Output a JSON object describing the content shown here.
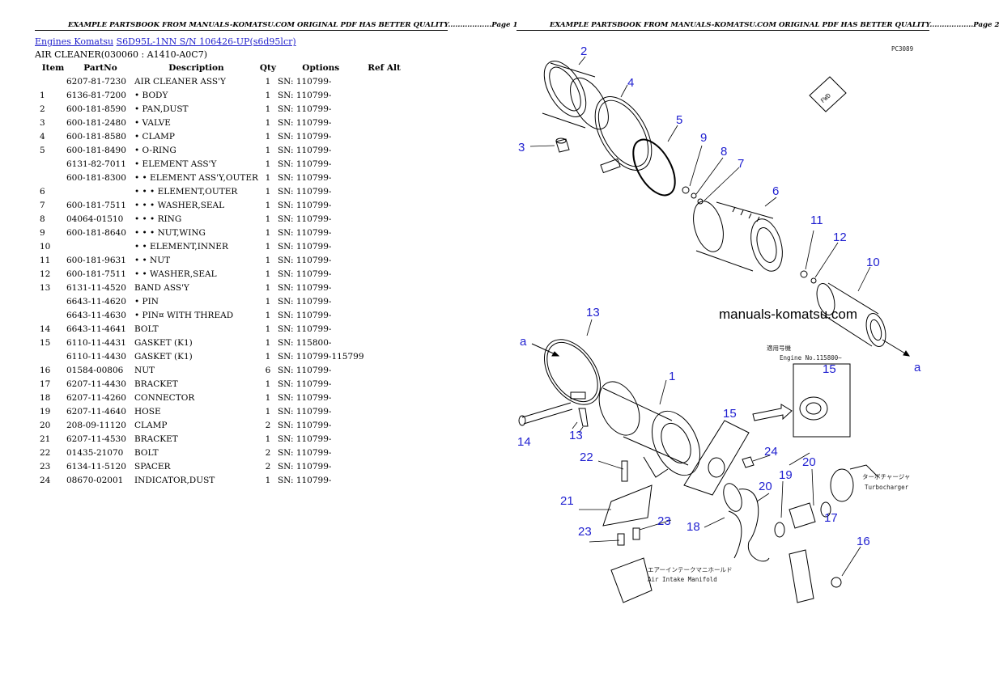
{
  "left": {
    "header": "EXAMPLE PARTSBOOK FROM MANUALS-KOMATSU.COM ORIGINAL PDF HAS BETTER QUALITY..................Page 1",
    "breadcrumb": {
      "link1": "Engines Komatsu",
      "link2": "S6D95L-1NN S/N 106426-UP(s6d95lcr)"
    },
    "subtitle": "AIR CLEANER(030060 : A1410-A0C7)",
    "columns": [
      "Item",
      "PartNo",
      "Description",
      "Qty",
      "Options",
      "Ref Alt"
    ],
    "rows": [
      {
        "item": "",
        "part": "6207-81-7230",
        "desc": "AIR CLEANER ASS'Y",
        "qty": "1",
        "opt": "SN: 110799-"
      },
      {
        "item": "1",
        "part": "6136-81-7200",
        "desc": "• BODY",
        "qty": "1",
        "opt": "SN: 110799-"
      },
      {
        "item": "2",
        "part": "600-181-8590",
        "desc": "• PAN,DUST",
        "qty": "1",
        "opt": "SN: 110799-"
      },
      {
        "item": "3",
        "part": "600-181-2480",
        "desc": "• VALVE",
        "qty": "1",
        "opt": "SN: 110799-"
      },
      {
        "item": "4",
        "part": "600-181-8580",
        "desc": "• CLAMP",
        "qty": "1",
        "opt": "SN: 110799-"
      },
      {
        "item": "5",
        "part": "600-181-8490",
        "desc": "• O-RING",
        "qty": "1",
        "opt": "SN: 110799-"
      },
      {
        "item": "",
        "part": "6131-82-7011",
        "desc": "• ELEMENT ASS'Y",
        "qty": "1",
        "opt": "SN: 110799-"
      },
      {
        "item": "",
        "part": "600-181-8300",
        "desc": "• • ELEMENT ASS'Y,OUTER",
        "qty": "1",
        "opt": "SN: 110799-"
      },
      {
        "item": "6",
        "part": "",
        "desc": "• • • ELEMENT,OUTER",
        "qty": "1",
        "opt": "SN: 110799-"
      },
      {
        "item": "7",
        "part": "600-181-7511",
        "desc": "• • • WASHER,SEAL",
        "qty": "1",
        "opt": "SN: 110799-"
      },
      {
        "item": "8",
        "part": "04064-01510",
        "desc": "• • • RING",
        "qty": "1",
        "opt": "SN: 110799-"
      },
      {
        "item": "9",
        "part": "600-181-8640",
        "desc": "• • • NUT,WING",
        "qty": "1",
        "opt": "SN: 110799-"
      },
      {
        "item": "10",
        "part": "",
        "desc": "• • ELEMENT,INNER",
        "qty": "1",
        "opt": "SN: 110799-"
      },
      {
        "item": "11",
        "part": "600-181-9631",
        "desc": "• • NUT",
        "qty": "1",
        "opt": "SN: 110799-"
      },
      {
        "item": "12",
        "part": "600-181-7511",
        "desc": "• • WASHER,SEAL",
        "qty": "1",
        "opt": "SN: 110799-"
      },
      {
        "item": "13",
        "part": "6131-11-4520",
        "desc": "BAND ASS'Y",
        "qty": "1",
        "opt": "SN: 110799-"
      },
      {
        "item": "",
        "part": "6643-11-4620",
        "desc": "• PIN",
        "qty": "1",
        "opt": "SN: 110799-"
      },
      {
        "item": "",
        "part": "6643-11-4630",
        "desc": "• PIN¤ WITH THREAD",
        "qty": "1",
        "opt": "SN: 110799-"
      },
      {
        "item": "14",
        "part": "6643-11-4641",
        "desc": "BOLT",
        "qty": "1",
        "opt": "SN: 110799-"
      },
      {
        "item": "15",
        "part": "6110-11-4431",
        "desc": "GASKET (K1)",
        "qty": "1",
        "opt": "SN: 115800-"
      },
      {
        "item": "",
        "part": "6110-11-4430",
        "desc": "GASKET (K1)",
        "qty": "1",
        "opt": "SN: 110799-115799"
      },
      {
        "item": "16",
        "part": "01584-00806",
        "desc": "NUT",
        "qty": "6",
        "opt": "SN: 110799-"
      },
      {
        "item": "17",
        "part": "6207-11-4430",
        "desc": "BRACKET",
        "qty": "1",
        "opt": "SN: 110799-"
      },
      {
        "item": "18",
        "part": "6207-11-4260",
        "desc": "CONNECTOR",
        "qty": "1",
        "opt": "SN: 110799-"
      },
      {
        "item": "19",
        "part": "6207-11-4640",
        "desc": "HOSE",
        "qty": "1",
        "opt": "SN: 110799-"
      },
      {
        "item": "20",
        "part": "208-09-11120",
        "desc": "CLAMP",
        "qty": "2",
        "opt": "SN: 110799-"
      },
      {
        "item": "21",
        "part": "6207-11-4530",
        "desc": "BRACKET",
        "qty": "1",
        "opt": "SN: 110799-"
      },
      {
        "item": "22",
        "part": "01435-21070",
        "desc": "BOLT",
        "qty": "2",
        "opt": "SN: 110799-"
      },
      {
        "item": "23",
        "part": "6134-11-5120",
        "desc": "SPACER",
        "qty": "2",
        "opt": "SN: 110799-"
      },
      {
        "item": "24",
        "part": "08670-02001",
        "desc": "INDICATOR,DUST",
        "qty": "1",
        "opt": "SN: 110799-"
      }
    ]
  },
  "right": {
    "header": "EXAMPLE PARTSBOOK FROM MANUALS-KOMATSU.COM ORIGINAL PDF HAS BETTER QUALITY..................Page 2",
    "diagram": {
      "code": "PC3089",
      "watermark": "manuals-komatsu.com",
      "fwd_label": "FWD",
      "applicable_jp": "適用号機",
      "engine_no": "Engine No.115800~",
      "turbo_jp": "ターボチャージャ",
      "turbo_en": "Turbocharger",
      "manifold_jp": "エアーインテークマニホールド",
      "manifold_en": "Air Intake Manifold",
      "arrow_a": "a"
    }
  }
}
